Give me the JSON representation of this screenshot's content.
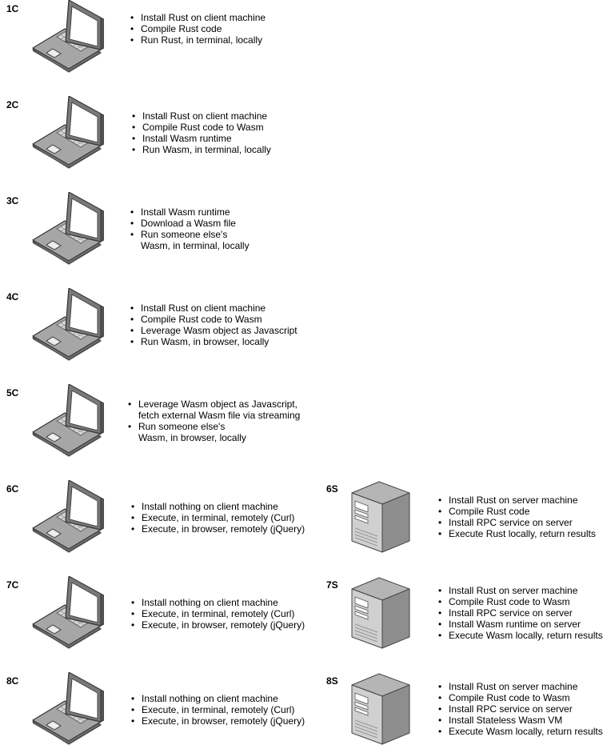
{
  "scenarios": [
    {
      "label": "1C",
      "items": [
        "Install Rust on client machine",
        "Compile Rust code",
        "Run Rust, in terminal, locally"
      ]
    },
    {
      "label": "2C",
      "items": [
        "Install Rust on client machine",
        "Compile Rust code to Wasm",
        "Install Wasm runtime",
        "Run Wasm, in terminal, locally"
      ]
    },
    {
      "label": "3C",
      "items": [
        "Install Wasm runtime",
        "Download a Wasm file",
        "Run someone else's\nWasm, in terminal, locally"
      ]
    },
    {
      "label": "4C",
      "items": [
        "Install Rust on client machine",
        "Compile Rust code to Wasm",
        "Leverage Wasm object as Javascript",
        "Run Wasm, in browser, locally"
      ]
    },
    {
      "label": "5C",
      "items": [
        "Leverage Wasm object as Javascript,\nfetch external Wasm file via streaming",
        "Run someone else's\nWasm, in browser, locally"
      ]
    },
    {
      "label": "6C",
      "items": [
        "Install nothing on client machine",
        "Execute, in terminal, remotely (Curl)",
        "Execute, in browser, remotely (jQuery)"
      ]
    },
    {
      "label": "7C",
      "items": [
        "Install nothing on client machine",
        "Execute, in terminal, remotely (Curl)",
        "Execute, in browser, remotely (jQuery)"
      ]
    },
    {
      "label": "8C",
      "items": [
        "Install nothing on client machine",
        "Execute, in terminal, remotely (Curl)",
        "Execute, in browser, remotely (jQuery)"
      ]
    },
    {
      "label": "6S",
      "items": [
        "Install Rust on server machine",
        "Compile Rust code",
        "Install RPC service on server",
        "Execute Rust locally, return results"
      ]
    },
    {
      "label": "7S",
      "items": [
        "Install Rust on server machine",
        "Compile Rust code to Wasm",
        "Install RPC service on server",
        "Install Wasm runtime on server",
        "Execute Wasm locally, return results"
      ]
    },
    {
      "label": "8S",
      "items": [
        "Install Rust on server machine",
        "Compile Rust code to Wasm",
        "Install RPC service on server",
        "Install Stateless Wasm VM",
        "Execute Wasm locally, return results"
      ]
    }
  ]
}
